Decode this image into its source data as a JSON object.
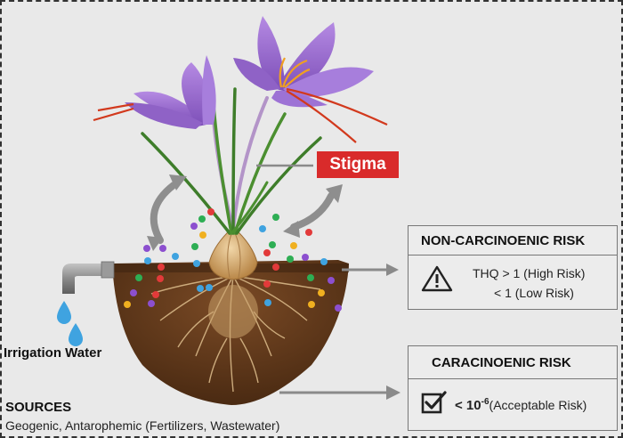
{
  "diagram": {
    "labels": {
      "stigma": "Stigma",
      "irrigation_water": "Irrigation Water"
    },
    "sources": {
      "title": "SOURCES",
      "text": "Geogenic, Antarophemic (Fertilizers, Wastewater)"
    },
    "non_carcinogenic": {
      "title": "NON-CARCINOENIC RISK",
      "icon": "warning-triangle-icon",
      "line1": "THQ > 1 (High Risk)",
      "line2": "< 1 (Low Risk)"
    },
    "carcinogenic": {
      "title": "CARACINOENIC RISK",
      "icon": "checkbox-checked-icon",
      "prefix": "< 10",
      "exponent": "-6",
      "suffix": "(Acceptable Risk)"
    },
    "colors": {
      "stigma_label_bg": "#d92b2b",
      "petal": "#9b6fd0",
      "soil": "#5a3418",
      "water_drop": "#3fa3e0"
    }
  }
}
